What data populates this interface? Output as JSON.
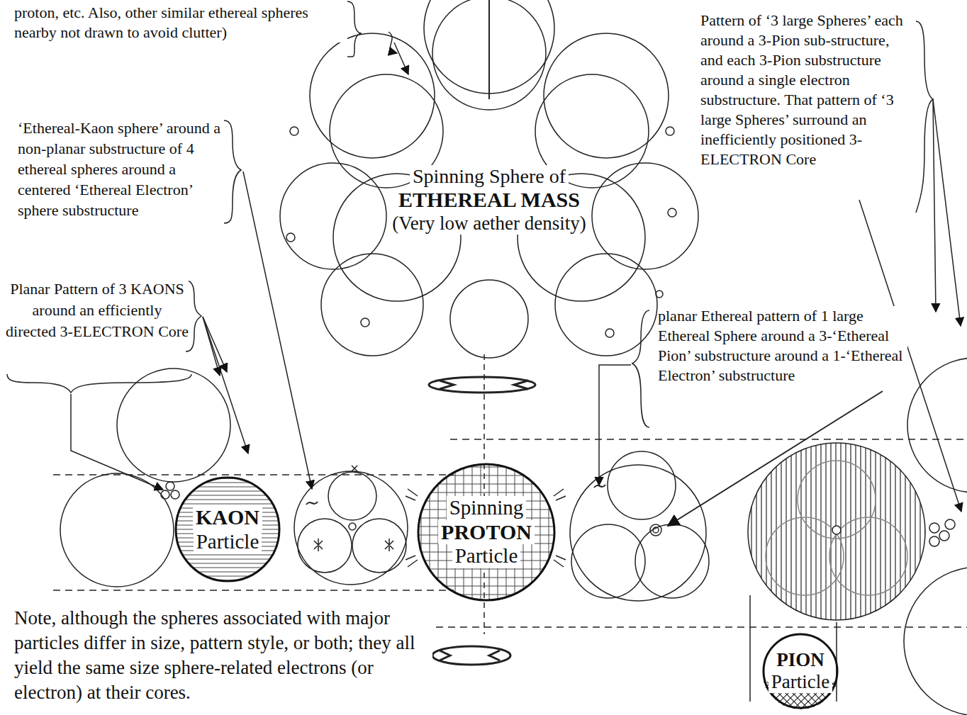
{
  "diagram": {
    "nodes": [
      {
        "text": [
          "Spinning Sphere of",
          "ETHEREAL MASS",
          "(Very low aether density)"
        ]
      },
      {
        "text": [
          "KAON",
          "Particle"
        ]
      },
      {
        "text": [
          "Spinning",
          "PROTON",
          "Particle"
        ]
      },
      {
        "text": [
          "PION",
          "Particle"
        ]
      }
    ],
    "labels": [
      "proton, etc.  Also, other similar ethereal spheres nearby not drawn to avoid clutter)",
      "‘Ethereal-Kaon sphere’ around a non-planar substructure of 4 ethereal spheres around a centered ‘Ethereal Electron’ sphere substructure",
      "Planar Pattern of 3 KAONS around an efficiently directed 3-ELECTRON Core",
      "Pattern of ‘3 large Spheres’ each around a 3-Pion sub-structure, and each 3-Pion substructure around a single electron substructure.  That pattern of ‘3 large Spheres’ surround an inefficiently positioned 3-ELECTRON Core",
      "planar Ethereal pattern of 1 large Ethereal Sphere around a 3-‘Ethereal Pion’ substructure around a 1-‘Ethereal Electron’ substructure",
      "Note, although the spheres associated with major particles differ in size, pattern style, or both; they all yield the same size sphere-related electrons (or electron) at their cores."
    ]
  }
}
